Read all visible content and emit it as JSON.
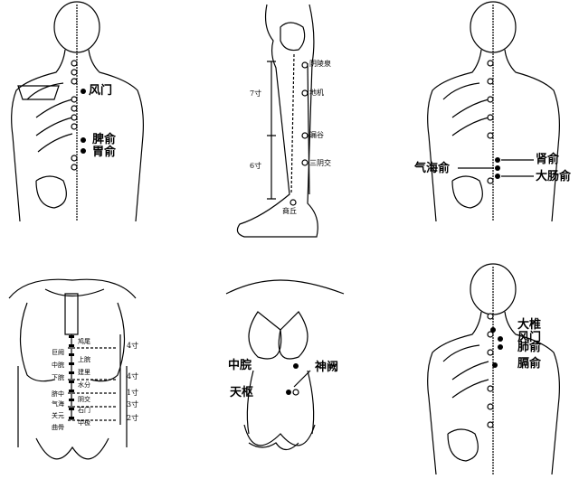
{
  "panel1": {
    "labels": [
      "风门",
      "脾俞",
      "胃俞"
    ]
  },
  "panel2": {
    "points": [
      "阴陵泉",
      "地机",
      "漏谷",
      "三阴交",
      "商丘"
    ],
    "measure_upper": "7寸",
    "measure_lower": "6寸"
  },
  "panel3": {
    "labels": [
      "肾俞",
      "气海俞",
      "大肠俞"
    ]
  },
  "panel4": {
    "left_labels": [
      "巨阙",
      "中脘",
      "下脘",
      "脐中",
      "气海",
      "关元",
      "曲骨"
    ],
    "right_labels": [
      "鸠尾",
      "上脘",
      "建里",
      "水分",
      "阴交",
      "石门",
      "中极"
    ],
    "measures": [
      "4寸",
      "4寸",
      "1寸",
      "3寸",
      "2寸"
    ]
  },
  "panel5": {
    "labels": [
      "中脘",
      "神阙",
      "天枢"
    ]
  },
  "panel6": {
    "labels": [
      "大椎",
      "风门",
      "肺俞",
      "膈俞"
    ]
  },
  "colors": {
    "line": "#000000",
    "background": "#ffffff"
  }
}
